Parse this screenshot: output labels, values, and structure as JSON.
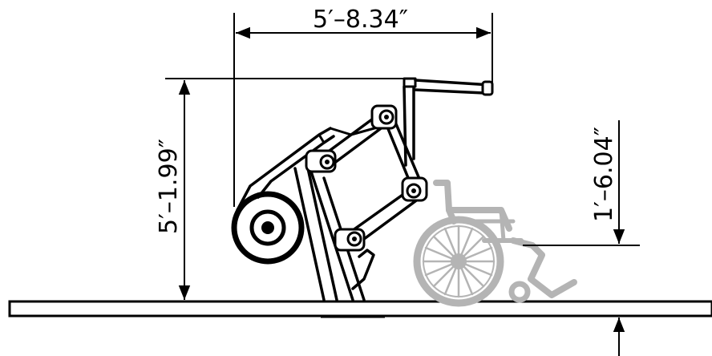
{
  "dimensions": {
    "overall_width": "5′–8.34″",
    "overall_height": "5′–1.99″",
    "platform_height": "1′–6.04″"
  },
  "colors": {
    "line": "#000000",
    "wheelchair": "#b4b4b4",
    "background": "#ffffff"
  }
}
